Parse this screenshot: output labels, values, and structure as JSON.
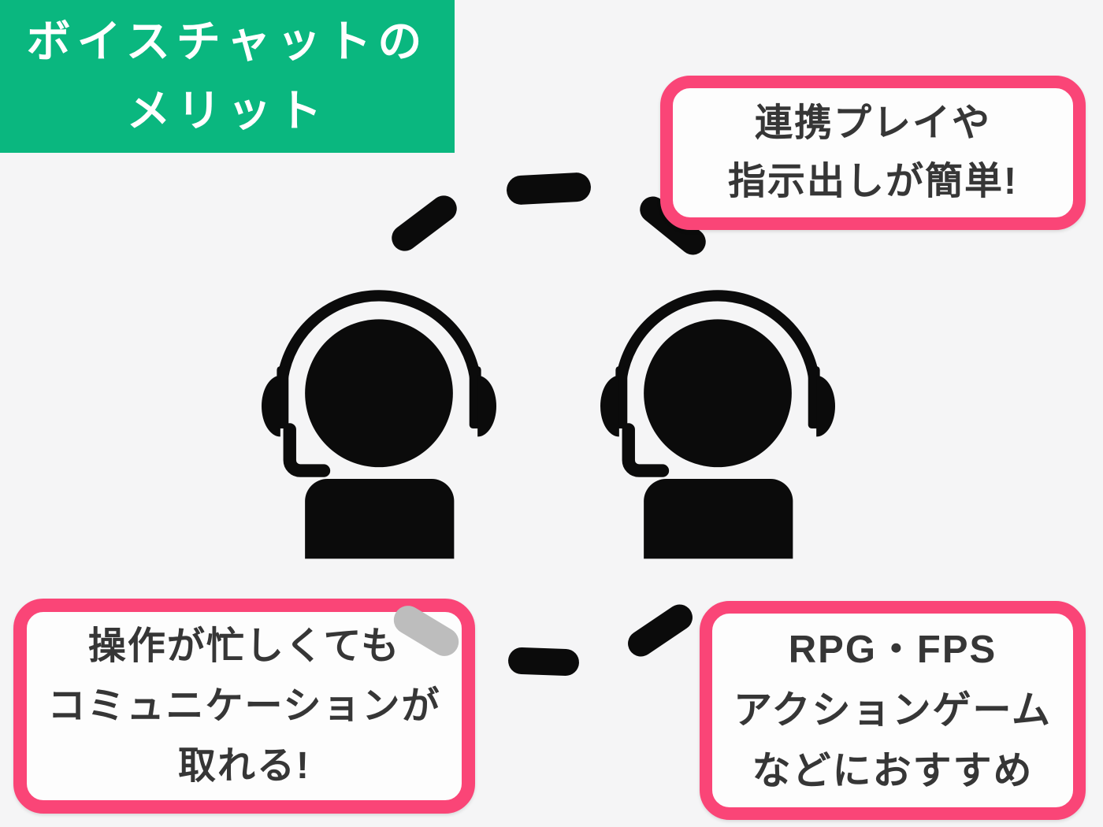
{
  "title": {
    "lines": [
      "ボイスチャットの",
      "メリット"
    ],
    "bg_color": "#0ab77f",
    "text_color": "#ffffff"
  },
  "callouts": {
    "top_right": {
      "lines": [
        "連携プレイや",
        "指示出しが簡単!"
      ]
    },
    "bottom_left": {
      "lines": [
        "操作が忙しくても",
        "コミュニケーションが",
        "取れる!"
      ]
    },
    "bottom_right": {
      "lines": [
        "RPG・FPS",
        "アクションゲーム",
        "などにおすすめ"
      ]
    }
  },
  "style": {
    "background": "#f5f5f6",
    "accent_pink": "#fa4577",
    "box_fill": "#fdfdfd",
    "text_dark": "#363636",
    "icon_black": "#0b0b0b",
    "faded_dash_gray": "#bdbdbd"
  },
  "icons": {
    "left": "headset-person-icon",
    "right": "headset-person-icon"
  }
}
